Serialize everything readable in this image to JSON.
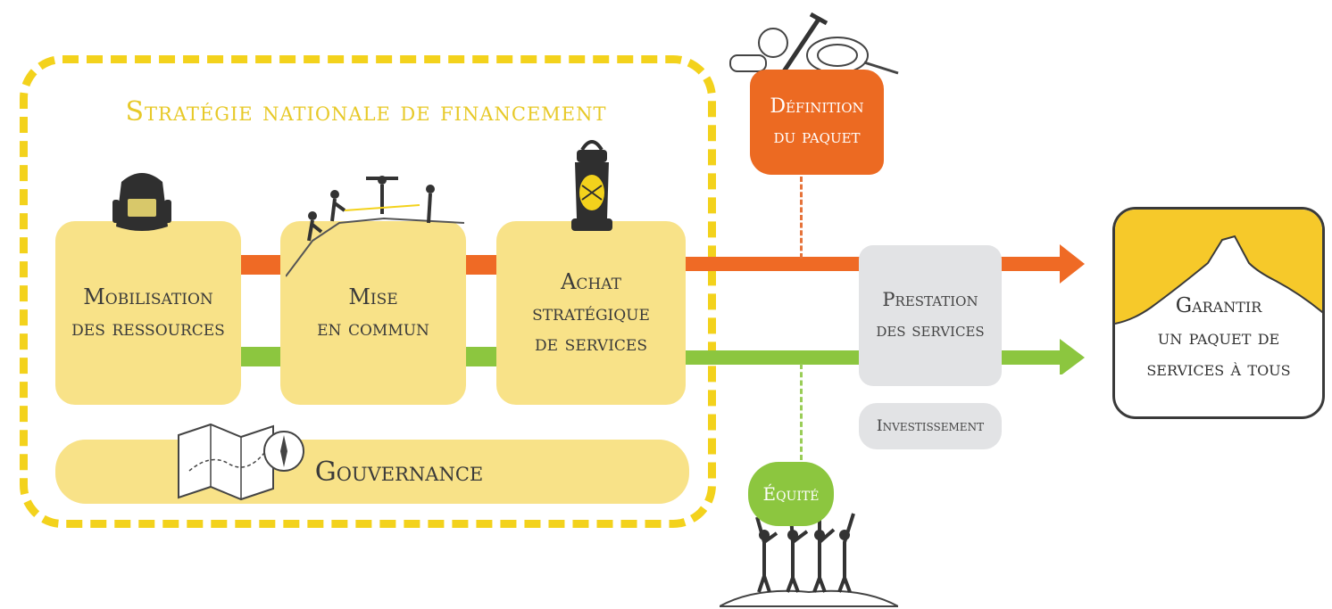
{
  "title": "Stratégie nationale de financement",
  "boxes": {
    "mobilisation": [
      "Mobilisation",
      "des ressources"
    ],
    "mise": [
      "Mise",
      "en commun"
    ],
    "achat": [
      "Achat",
      "stratégique",
      "de services"
    ]
  },
  "governance": "Gouvernance",
  "definition": [
    "Définition",
    "du paquet"
  ],
  "prestation": [
    "Prestation",
    "des services"
  ],
  "investissement": "Investissement",
  "equite": "Équité",
  "goal": [
    "Garantir",
    "un paquet de",
    "services à tous"
  ],
  "colors": {
    "yellow": "#f3d21c",
    "orange": "#ef6a25",
    "green": "#8cc63f",
    "grey": "#e2e3e5"
  },
  "icons": [
    "backpack-icon",
    "climbers-icon",
    "lantern-icon",
    "map-compass-icon",
    "tools-icon",
    "team-icon",
    "mountain-icon"
  ]
}
